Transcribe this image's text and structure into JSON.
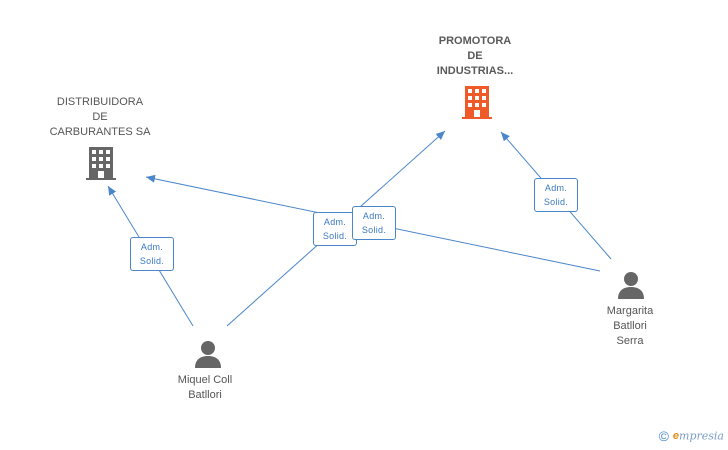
{
  "nodes": {
    "distribuidora": {
      "lines": [
        "DISTRIBUIDORA",
        "DE",
        "CARBURANTES SA"
      ],
      "icon": "building-icon",
      "color": "#666666"
    },
    "promotora": {
      "lines": [
        "PROMOTORA",
        "DE",
        "INDUSTRIAS..."
      ],
      "icon": "building-icon",
      "color": "#f05a28"
    },
    "miquel": {
      "lines": [
        "Miquel Coll",
        "Batllori"
      ],
      "icon": "person-icon",
      "color": "#666666"
    },
    "margarita": {
      "lines": [
        "Margarita",
        "Batllori",
        "Serra"
      ],
      "icon": "person-icon",
      "color": "#666666"
    }
  },
  "edges": [
    {
      "from": "miquel",
      "to": "distribuidora",
      "label": [
        "Adm.",
        "Solid."
      ]
    },
    {
      "from": "miquel",
      "to": "promotora",
      "label": [
        "Adm.",
        "Solid."
      ]
    },
    {
      "from": "margarita",
      "to": "distribuidora",
      "label": [
        "Adm.",
        "Solid."
      ]
    },
    {
      "from": "margarita",
      "to": "promotora",
      "label": [
        "Adm.",
        "Solid."
      ]
    }
  ],
  "footer": {
    "copyright": "©",
    "brand_initial": "e",
    "brand_rest": "mpresia"
  },
  "colors": {
    "edge": "#4a86c8",
    "company_highlight": "#f05a28",
    "company_default": "#666666",
    "person": "#666666"
  }
}
